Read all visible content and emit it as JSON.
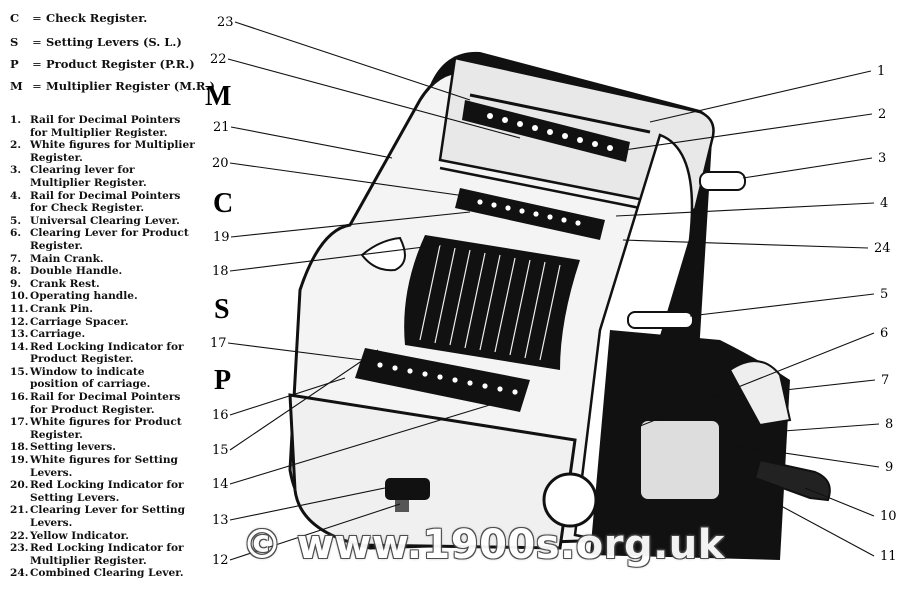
{
  "abbreviations": [
    {
      "key": "C",
      "meaning": "Check Register."
    },
    {
      "key": "S",
      "meaning": "Setting Levers (S. L.)"
    },
    {
      "key": "P",
      "meaning": "Product Register (P.R.)"
    },
    {
      "key": "M",
      "meaning": "Multiplier Register (M.R.)"
    }
  ],
  "equals_sign": "=",
  "legend": [
    {
      "num": "1.",
      "text": "Rail for Decimal Pointers for Multiplier Register."
    },
    {
      "num": "2.",
      "text": "White figures for Multiplier Register."
    },
    {
      "num": "3.",
      "text": "Clearing lever for Multiplier Register."
    },
    {
      "num": "4.",
      "text": "Rail for Decimal Pointers for Check Register."
    },
    {
      "num": "5.",
      "text": "Universal Clearing Lever."
    },
    {
      "num": "6.",
      "text": "Clearing Lever for Product Register."
    },
    {
      "num": "7.",
      "text": "Main Crank."
    },
    {
      "num": "8.",
      "text": "Double Handle."
    },
    {
      "num": "9.",
      "text": "Crank Rest."
    },
    {
      "num": "10.",
      "text": "Operating handle."
    },
    {
      "num": "11.",
      "text": "Crank Pin."
    },
    {
      "num": "12.",
      "text": "Carriage Spacer."
    },
    {
      "num": "13.",
      "text": "Carriage."
    },
    {
      "num": "14.",
      "text": "Red Locking Indicator for Product Register."
    },
    {
      "num": "15.",
      "text": "Window to indicate position of carriage."
    },
    {
      "num": "16.",
      "text": "Rail for Decimal Pointers for Product Register."
    },
    {
      "num": "17.",
      "text": "White figures for Product Register."
    },
    {
      "num": "18.",
      "text": "Setting levers."
    },
    {
      "num": "19.",
      "text": "White figures for Setting Levers."
    },
    {
      "num": "20.",
      "text": "Red Locking Indicator for Setting Levers."
    },
    {
      "num": "21.",
      "text": "Clearing Lever for Setting Levers."
    },
    {
      "num": "22.",
      "text": "Yellow Indicator."
    },
    {
      "num": "23.",
      "text": "Red Locking Indicator for Multiplier Register."
    },
    {
      "num": "24.",
      "text": "Combined Clearing Lever."
    }
  ],
  "register_letters": {
    "M": "M",
    "C": "C",
    "S": "S",
    "P": "P"
  },
  "callouts_left": [
    "23",
    "22",
    "21",
    "20",
    "19",
    "18",
    "17",
    "16",
    "15",
    "14",
    "13",
    "12"
  ],
  "callouts_right": [
    "1",
    "2",
    "3",
    "4",
    "24",
    "5",
    "6",
    "7",
    "8",
    "9",
    "10",
    "11"
  ],
  "watermark": "© www.1900s.org.uk"
}
